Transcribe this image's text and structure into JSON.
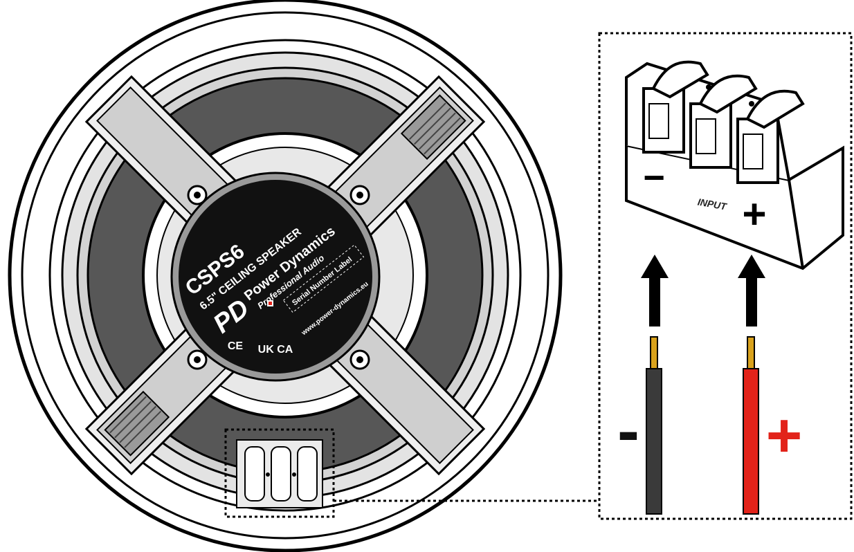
{
  "speaker": {
    "model": "CSPS6",
    "type": "6.5\" CEILING SPEAKER",
    "brand": "Power Dynamics",
    "tagline": "Professional Audio",
    "serial_label": "Serial Number Label",
    "website": "www.power-dynamics.eu",
    "logo_text": "PD",
    "ukca": "UK CA",
    "ce": "CE"
  },
  "terminal": {
    "input_label": "INPUT",
    "minus_symbol": "−",
    "plus_symbol": "+"
  },
  "wires": {
    "negative": {
      "symbol": "-",
      "color": "#3a3a3a",
      "symbol_color": "#111111"
    },
    "positive": {
      "symbol": "+",
      "color": "#e2231a",
      "symbol_color": "#e2231a"
    },
    "conductor_color": "#d9a21c"
  },
  "colors": {
    "cone": "#575757",
    "frame": "#d9d9d9",
    "label_plate": "#111111"
  }
}
